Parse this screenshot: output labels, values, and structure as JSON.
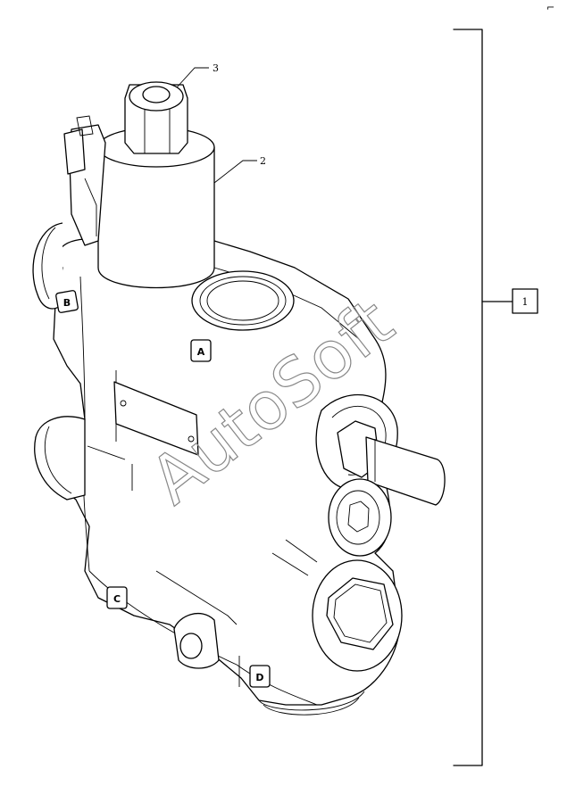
{
  "callouts": {
    "item_1": "1",
    "item_2": "2",
    "item_3": "3"
  },
  "ports": {
    "port_a": "A",
    "port_b": "B",
    "port_c": "C",
    "port_d": "D"
  },
  "watermark": "AutoSoft",
  "corner_mark": "⌐"
}
